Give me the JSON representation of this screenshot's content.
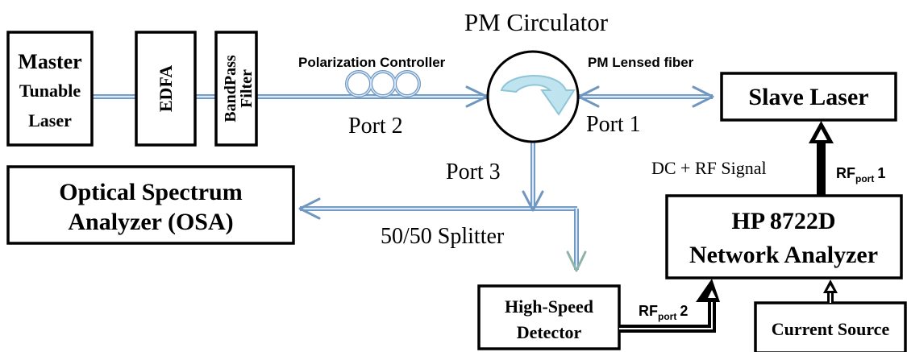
{
  "title": "PM Circulator",
  "blocks": {
    "master": [
      "Master",
      "Tunable",
      "Laser"
    ],
    "edfa": "EDFA",
    "bandpass": [
      "BandPass",
      "Filter"
    ],
    "slave": "Slave Laser",
    "osa": [
      "Optical Spectrum",
      "Analyzer (OSA)"
    ],
    "hp": [
      "HP 8722D",
      "Network Analyzer"
    ],
    "detector": [
      "High-Speed",
      "Detector"
    ],
    "current": "Current Source"
  },
  "labels": {
    "polarization_controller": "Polarization Controller",
    "pm_lensed_fiber": "PM Lensed fiber",
    "port1": "Port 1",
    "port2": "Port 2",
    "port3": "Port 3",
    "splitter": "50/50 Splitter",
    "dc_rf": "DC + RF Signal",
    "rf_port1": {
      "main": "RF",
      "sub": "port",
      "num": "1"
    },
    "rf_port2": {
      "main": "RF",
      "sub": "port",
      "num": "2"
    }
  },
  "colors": {
    "fiber": "#6f97bf",
    "fiber_core": "#d7e9fb",
    "circulator_arrow": "#bfe3ef",
    "line": "#000000"
  }
}
